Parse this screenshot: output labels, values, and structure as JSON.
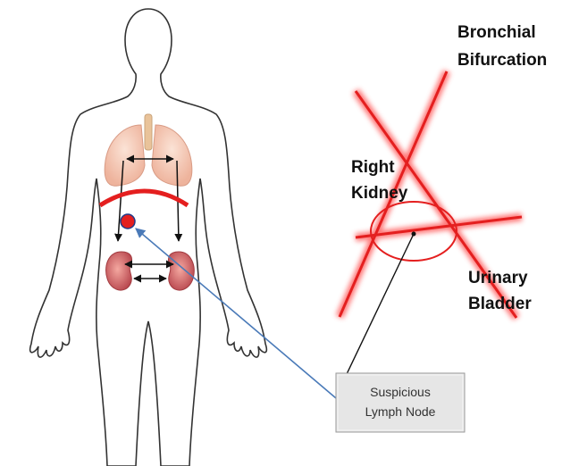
{
  "labels": {
    "bronchial_line1": "Bronchial",
    "bronchial_line2": "Bifurcation",
    "kidney_line1": "Right",
    "kidney_line2": "Kidney",
    "bladder_line1": "Urinary",
    "bladder_line2": "Bladder",
    "box_line1": "Suspicious",
    "box_line2": "Lymph Node"
  },
  "colors": {
    "highlight_red": "#e41f1f",
    "arrow_blue": "#4a7ab8",
    "box_fill": "#e6e6e6",
    "outline": "#333333",
    "organ_pink": "#f3c7b5",
    "kidney": "#c8575c"
  }
}
